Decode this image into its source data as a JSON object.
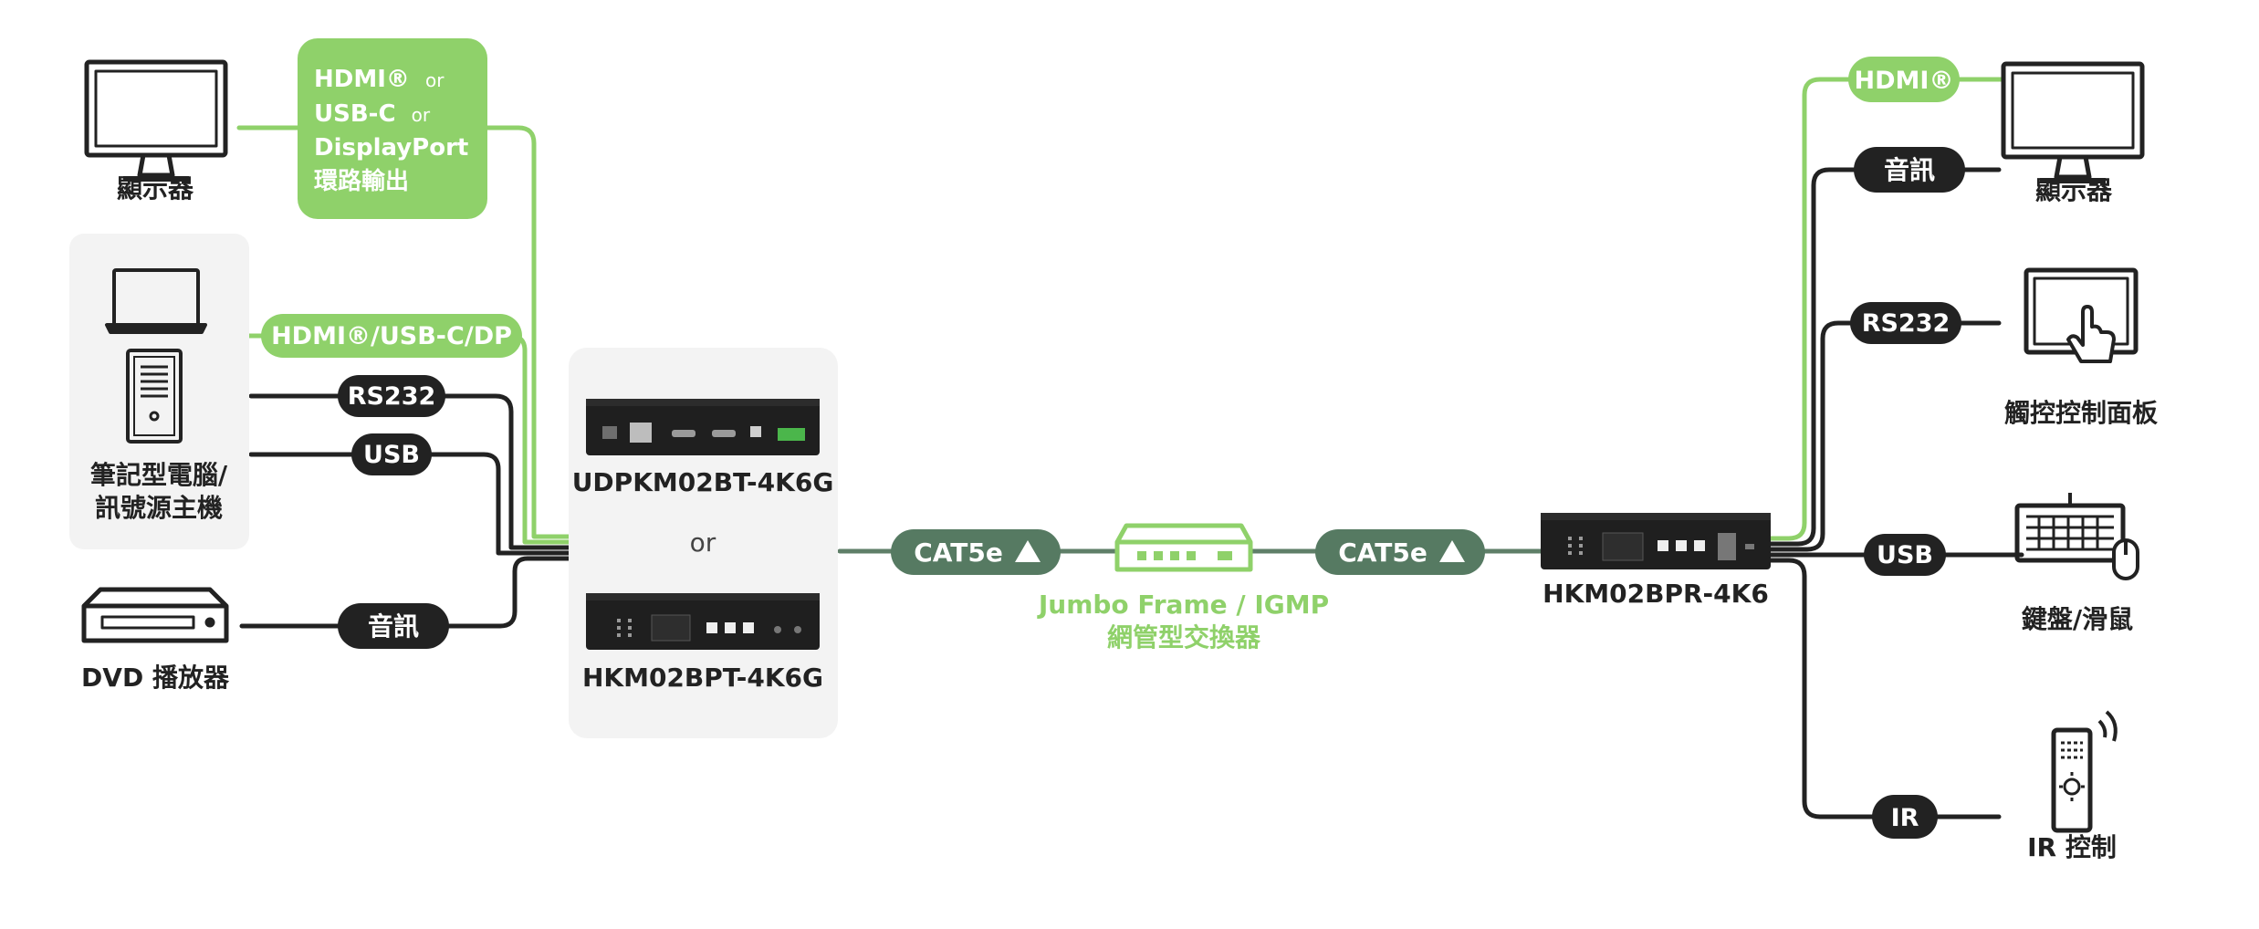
{
  "colors": {
    "green": "#8fd16a",
    "dark": "#222222",
    "cat_pill": "#567a62",
    "cat_line": "#5f7f68",
    "panel": "#f3f3f3",
    "switch_text": "#8fd16a"
  },
  "left": {
    "monitor_label": "顯示器",
    "loop_out_box": {
      "line1": "HDMI®",
      "line1_or": "or",
      "line2": "USB-C",
      "line2_or": "or",
      "line3": "DisplayPort",
      "line4": "環路輸出"
    },
    "source_label_line1": "筆記型電腦/",
    "source_label_line2": "訊號源主機",
    "hdmi_pill": "HDMI®/USB-C/DP",
    "rs232_pill": "RS232",
    "usb_pill": "USB",
    "audio_pill": "音訊",
    "dvd_label": "DVD 播放器"
  },
  "transmitter": {
    "model_a": "UDPKM02BT-4K6G",
    "or_text": "or",
    "model_b": "HKM02BPT-4K6G"
  },
  "network": {
    "cat_left": "CAT5e",
    "cat_right": "CAT5e",
    "switch_line1": "Jumbo Frame / IGMP",
    "switch_line2": "網管型交換器"
  },
  "receiver": {
    "model": "HKM02BPR-4K6"
  },
  "right": {
    "hdmi_pill": "HDMI®",
    "audio_pill": "音訊",
    "monitor_label": "顯示器",
    "rs232_pill": "RS232",
    "touch_label": "觸控控制面板",
    "usb_pill": "USB",
    "keyboard_label": "鍵盤/滑鼠",
    "ir_pill": "IR",
    "ir_label": "IR 控制"
  }
}
